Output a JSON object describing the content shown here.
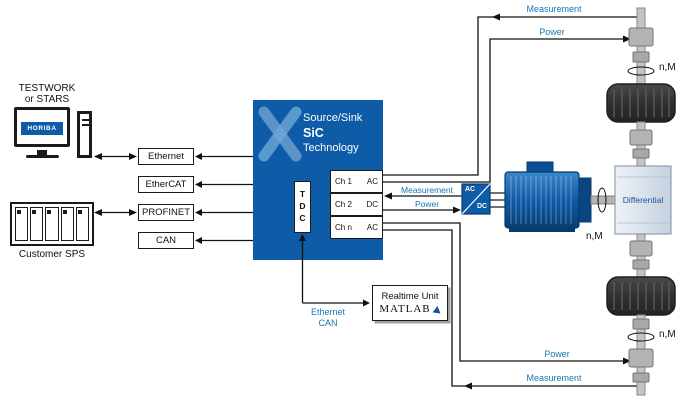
{
  "colors": {
    "brand_blue": "#0e5ba8",
    "label_blue": "#1577b3",
    "line_black": "#111111"
  },
  "workstation": {
    "title_line1": "TESTWORK",
    "title_line2": "or STARS",
    "logo": "HORIBA"
  },
  "sps": {
    "label": "Customer SPS"
  },
  "protocols": {
    "ethernet": "Ethernet",
    "ethercat": "EtherCAT",
    "profinet": "PROFINET",
    "can": "CAN"
  },
  "controller": {
    "title_line1": "Source/Sink",
    "title_line2": "SiC",
    "title_line3": "Technology",
    "tdc": "TDC",
    "channels": [
      {
        "name": "Ch 1",
        "mode": "AC"
      },
      {
        "name": "Ch 2",
        "mode": "DC"
      },
      {
        "name": "Ch n",
        "mode": "AC"
      }
    ]
  },
  "realtime": {
    "title": "Realtime Unit",
    "brand": "MATLAB"
  },
  "bus": {
    "line1": "Ethernet",
    "line2": "CAN"
  },
  "connections": {
    "measurement": "Measurement",
    "power": "Power"
  },
  "drivetrain": {
    "converter_ac": "AC",
    "converter_dc": "DC",
    "differential": "Differential",
    "sensor": "n,M"
  }
}
